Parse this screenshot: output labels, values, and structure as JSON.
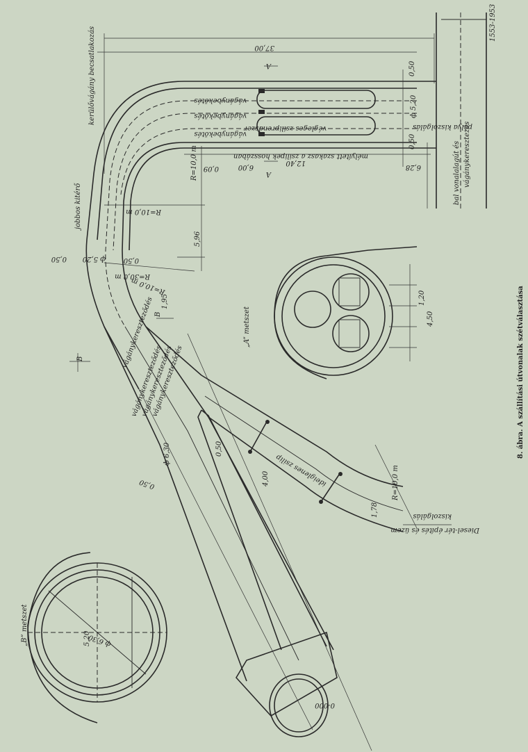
{
  "caption": "8. ábra. A szállítási útvonalak szétválasztása",
  "labels": {
    "dim_3700": "37,00",
    "dim_050_top": "0,50",
    "dim_520_top": "ф 5,20",
    "dim_050_mid": "0,50",
    "dim_628": "6,28",
    "dim_1240": "12,40",
    "dim_600": "6,00",
    "dim_009": "0,09",
    "dim_r10_right": "R=10,0 m",
    "dim_r100": "R=10,0 m",
    "dim_596": "5,96",
    "dim_050_left": "0,50",
    "dim_520_left": "ф 5,20",
    "dim_050_left2": "0,50",
    "dim_r300": "R=30,0 m",
    "dim_r100_b": "R=10,0 m",
    "dim_195": "1,95",
    "dim_050_low": "0,50",
    "dim_630": "ф 6,30",
    "dim_050_low2": "0,50",
    "dim_400": "4,00",
    "dim_r10_branch": "R=10,0 m",
    "dim_178": "1,78",
    "dim_0000": "0-000",
    "vaganybekoto": "vágánybekötés",
    "vaganybekoto_2": "vágánybekötés",
    "vegleges_zsilip": "végleges zsiliprendszer",
    "vaganybekoto_3": "vágánybekötés",
    "melyitett_szakasz": "mélyített szakasz a zsilipek hosszában",
    "korvonal": "kerülővágány becsatlakozás",
    "jobbos_kiteroo": "jobbos kitérő",
    "vaganyk_1": "vágánykereszteződés",
    "vaganyk_2": "vágánykereszteződés",
    "vaganyk_3": "vágánykereszteződés",
    "vaganyk_4": "vágánykereszteződés",
    "ideiglenes_zsilip": "ideiglenes zsilip",
    "diesel_ter": "Diesel-tér építés és üzem",
    "kiszolgalas": "kiszolgálás",
    "polya_kiszolgalas": "pálya kiszolgálás",
    "bal_vonal": "bal vonalalagút és",
    "vagany": "vágánykeresztezés",
    "a_metszet": "„A” metszet",
    "b_metszet": "„B” metszet",
    "a_top": "A",
    "a_bottom": "A",
    "b_left": "B",
    "b_right": "B",
    "sec_a_120": "1,20",
    "sec_a_450": "4,50",
    "sec_b_520": "5,20",
    "sec_b_630": "ф 6,30",
    "stamp": "1553-1953"
  }
}
